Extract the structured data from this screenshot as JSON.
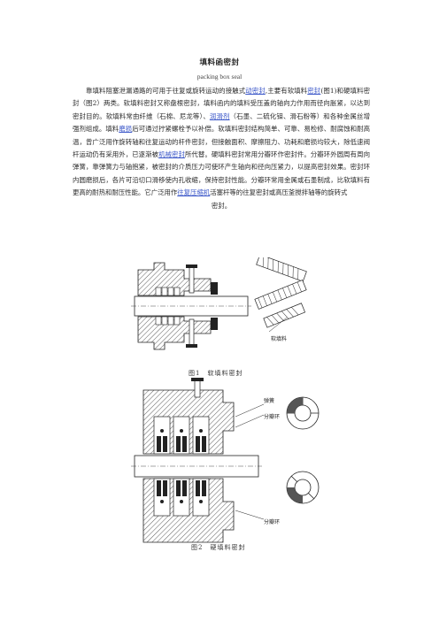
{
  "doc": {
    "title": "填料函密封",
    "subtitle": "packing box seal",
    "p1": {
      "t1": "靠填料阻塞泄漏通路的可用于往复或旋转运动的接触式",
      "l1": "动密封",
      "t2": ",主要有软填料",
      "l2": "密封",
      "t3": "(图1)和硬填料密封（图2）两类。软填料密封又称盘根密封，填料函内的填料受压盖的轴向力作用而径向胀紧，以达到密封目的。软填料常由纤维（石棉、尼龙等）、",
      "l3": "润滑剂",
      "t4": "（石墨、二硫化钼、滑石粉等）和各种金属丝增强剂组成。填料",
      "l4": "磨损",
      "t5": "后可通过拧紧螺栓予以补偿。软填料密封结构简单、可靠、易检修、耐腐蚀和耐高温，曾广泛用作旋转轴和往复运动的杆件密封，但接触面积、摩擦阻力、功耗和磨损均较大，除低速阀杆运动仍有采用外，已逐渐被",
      "l5": "机械密封",
      "t6": "所代替。硬填料密封常用分瓣环作密封件。分瓣环外圆周有周向弹簧，靠弹簧力与轴抱紧，被密封的介质压力可使环产生轴向和径向压紧力，以提高密封效果。密封环内圆磨损后，各片可沿切口滑移使内孔收缩，保持密封性能。分瓣环常用金属或石墨制成，比软填料有更高的耐热和耐压性能。它广泛用作",
      "l6": "往复压缩机",
      "t7": "活塞杆等的往复密封或高压釜搅拌轴等的旋转式",
      "t8": "密封。"
    }
  },
  "figure1": {
    "caption": "图1　软填料密封",
    "label": "软填料"
  },
  "figure2": {
    "caption": "图2　硬填料密封",
    "label_spring": "弹簧",
    "label_ring1": "分瓣环",
    "label_ring2": "分瓣环"
  }
}
